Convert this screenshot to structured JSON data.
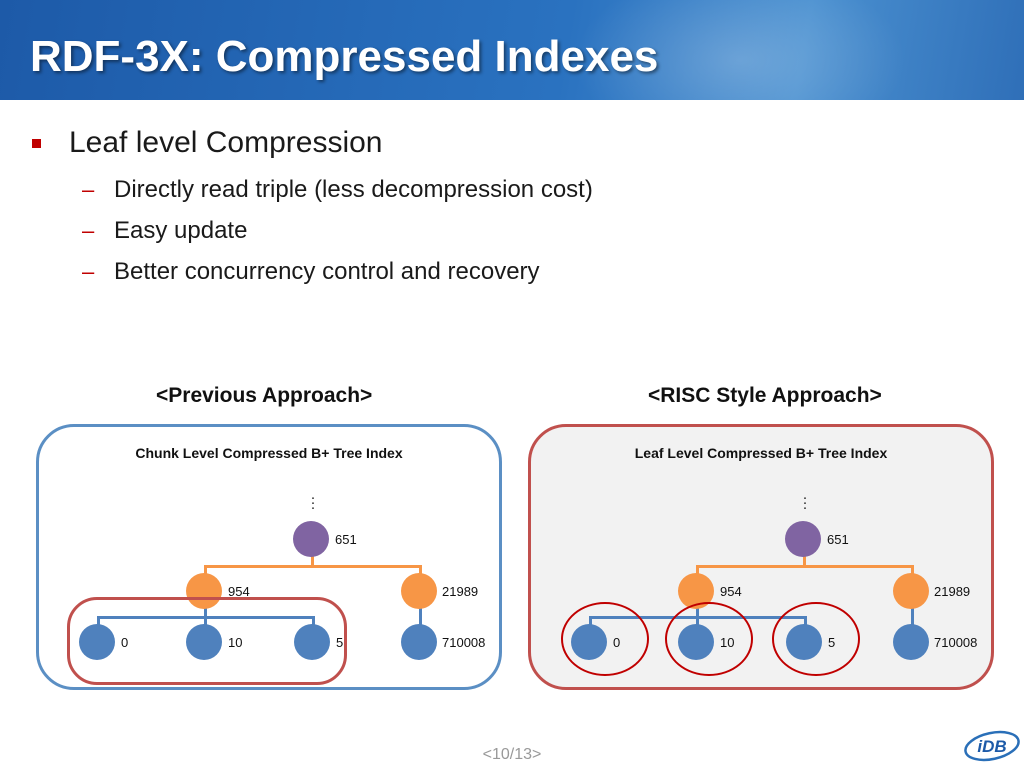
{
  "slide": {
    "title": "RDF-3X: Compressed Indexes",
    "bullet": "Leaf level Compression",
    "subbullets": [
      "Directly read triple (less decompression cost)",
      "Easy update",
      "Better concurrency control and recovery"
    ],
    "page": "<10/13>"
  },
  "left": {
    "heading": "<Previous Approach>",
    "panel_title": "Chunk Level Compressed B+ Tree Index",
    "root": "651",
    "mid_left": "954",
    "mid_right": "21989",
    "leaf_1": "0",
    "leaf_2": "10",
    "leaf_3": "5",
    "leaf_4": "710008"
  },
  "right": {
    "heading": "<RISC Style Approach>",
    "panel_title": "Leaf Level Compressed B+ Tree Index",
    "root": "651",
    "mid_left": "954",
    "mid_right": "21989",
    "leaf_1": "0",
    "leaf_2": "10",
    "leaf_3": "5",
    "leaf_4": "710008"
  },
  "logo_text": "iDB",
  "colors": {
    "header_blue": "#2a72c0",
    "accent_red": "#c00000",
    "node_purple": "#8064a2",
    "node_orange": "#f79646",
    "node_blue": "#4f81bd",
    "panel_left_border": "#5b8fc4",
    "panel_right_border": "#c0504d"
  }
}
